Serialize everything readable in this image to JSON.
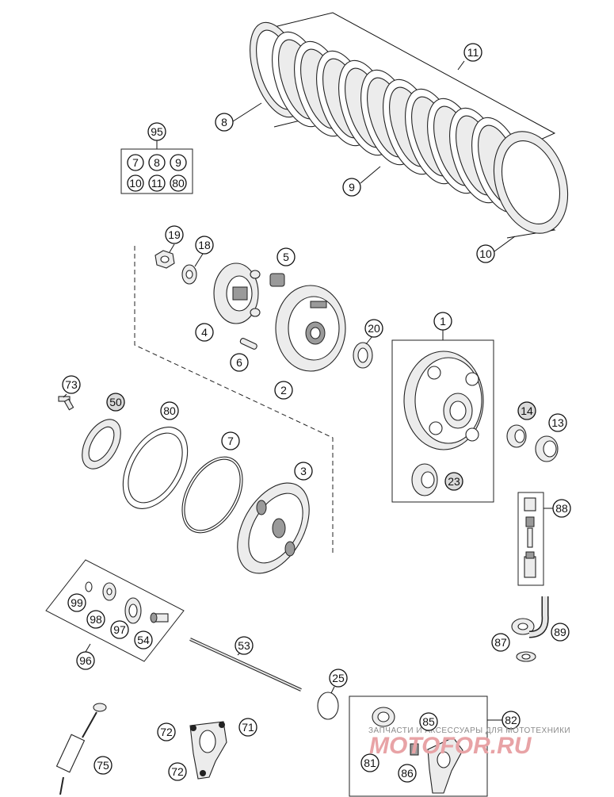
{
  "callouts": {
    "c11": "11",
    "c8": "8",
    "c9": "9",
    "c10": "10",
    "c95": "95",
    "k7": "7",
    "k8": "8",
    "k9": "9",
    "k10": "10",
    "k11": "11",
    "k80": "80",
    "c19": "19",
    "c18": "18",
    "c5": "5",
    "c4": "4",
    "c6": "6",
    "c2": "2",
    "c20": "20",
    "c1": "1",
    "c14": "14",
    "c13": "13",
    "c23": "23",
    "c73": "73",
    "c50": "50",
    "c80": "80",
    "c7": "7",
    "c3": "3",
    "c88": "88",
    "c99": "99",
    "c98": "98",
    "c97": "97",
    "c54": "54",
    "c96": "96",
    "c53": "53",
    "c25": "25",
    "c87": "87",
    "c89": "89",
    "c72a": "72",
    "c71": "71",
    "c72b": "72",
    "c75": "75",
    "c82": "82",
    "c85": "85",
    "c81": "81",
    "c86": "86"
  },
  "watermark": {
    "caption": "ЗАПЧАСТИ И АКСЕССУАРЫ ДЛЯ МОТОТЕХНИКИ",
    "logo": "MOTOFOR.RU"
  }
}
